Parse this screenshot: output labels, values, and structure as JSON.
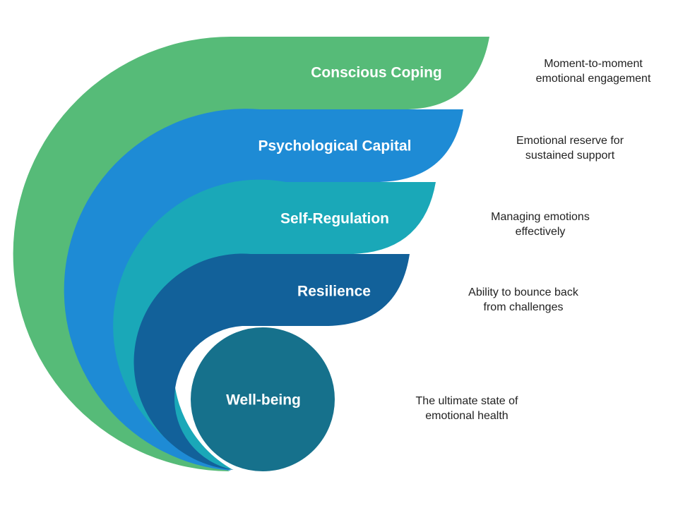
{
  "layers": [
    {
      "title": "Conscious Coping",
      "color": "#56bb78",
      "description": [
        "Moment-to-moment",
        "emotional engagement"
      ]
    },
    {
      "title": "Psychological Capital",
      "color": "#1e8bd5",
      "description": [
        "Emotional reserve for",
        "sustained support"
      ]
    },
    {
      "title": "Self-Regulation",
      "color": "#1aa8b8",
      "description": [
        "Managing emotions",
        "effectively"
      ]
    },
    {
      "title": "Resilience",
      "color": "#12619a",
      "description": [
        "Ability to bounce back",
        "from challenges"
      ]
    },
    {
      "title": "Well-being",
      "color": "#16718c",
      "description": [
        "The ultimate state of",
        "emotional health"
      ]
    }
  ]
}
